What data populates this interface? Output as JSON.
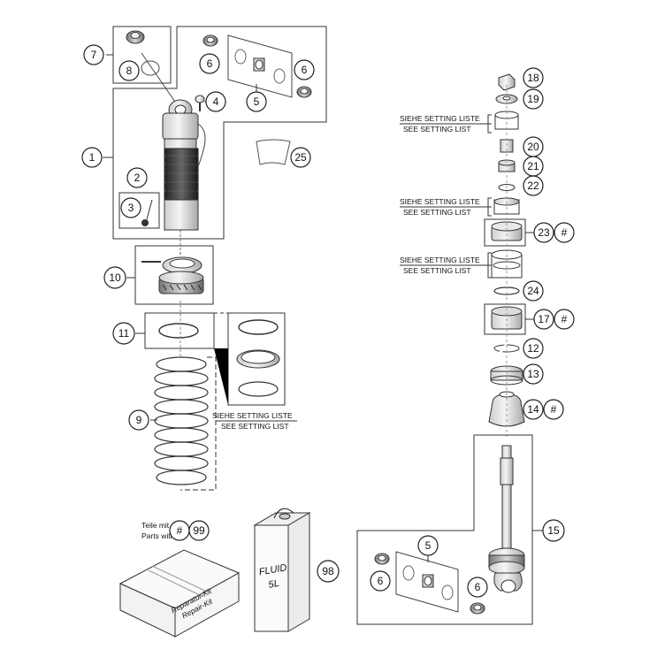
{
  "callouts": {
    "c1": "1",
    "c2": "2",
    "c3": "3",
    "c4": "4",
    "c5a": "5",
    "c5b": "5",
    "c6a": "6",
    "c6b": "6",
    "c6c": "6",
    "c6d": "6",
    "c7": "7",
    "c8": "8",
    "c9": "9",
    "c10": "10",
    "c11": "11",
    "c12": "12",
    "c13": "13",
    "c14": "14",
    "c15": "15",
    "c17": "17",
    "c18": "18",
    "c19": "19",
    "c20": "20",
    "c21": "21",
    "c22": "22",
    "c23": "23",
    "c24": "24",
    "c25": "25",
    "c98": "98",
    "c99": "99",
    "hash14": "#",
    "hash17": "#",
    "hash23": "#",
    "hash99": "#"
  },
  "notes": {
    "siehe": "SIEHE SETTING LISTE",
    "see": "SEE SETTING LIST",
    "teile_mit": "Teile mit",
    "parts_with": "Parts with"
  },
  "kit": {
    "line1": "Reparatur-Kit",
    "line2": "Repair-Kit"
  },
  "can": {
    "line1": "FLUID",
    "line2": "5L"
  }
}
